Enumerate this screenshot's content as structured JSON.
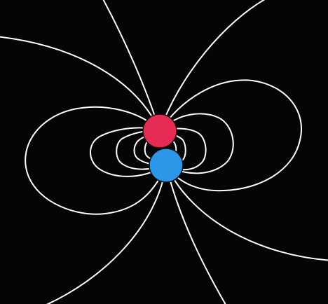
{
  "colors": {
    "background": "#050505",
    "field_line": "#ffffff",
    "positive_charge": "#e52a54",
    "negative_charge": "#2b97e6",
    "charge_outline": "#111111"
  },
  "diagram": {
    "type": "electric-dipole-field-lines",
    "charges": [
      {
        "id": "positive",
        "sign": "+",
        "color_key": "positive_charge"
      },
      {
        "id": "negative",
        "sign": "-",
        "color_key": "negative_charge"
      }
    ]
  }
}
